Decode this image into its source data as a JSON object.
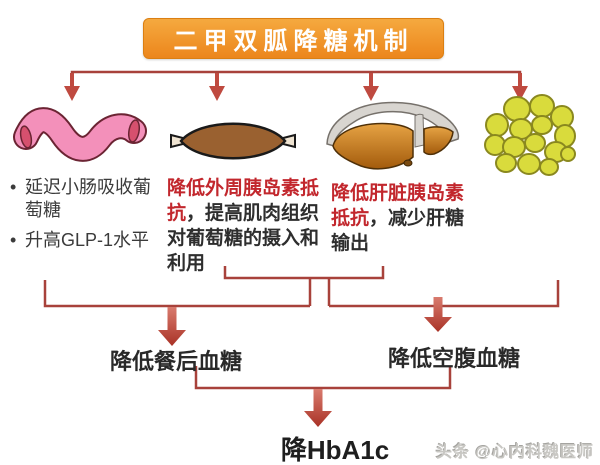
{
  "title": {
    "text": "二甲双胍降糖机制"
  },
  "columns": [
    {
      "organ_icon": "intestine-icon",
      "bullets": [
        "延迟小肠吸收葡萄糖",
        "升高GLP-1水平"
      ]
    },
    {
      "organ_icon": "muscle-icon",
      "highlight": "降低外周胰岛素抵抗",
      "rest": "，提高肌肉组织对葡萄糖的摄入和利用"
    },
    {
      "organ_icon": "liver-icon",
      "highlight": "降低肝脏胰岛素抵抗",
      "rest": "，减少肝糖输出"
    },
    {
      "organ_icon": "fat-cells-icon"
    }
  ],
  "outcomes": {
    "postprandial": "降低餐后血糖",
    "fasting": "降低空腹血糖",
    "final": "降HbA1c"
  },
  "watermark": "头条 @心内科魏医师",
  "colors": {
    "title-orange": "#F5A93F",
    "title-orange-dark": "#EC861C",
    "connector-red": "#A8423B",
    "arrow-red": "#BF4A40",
    "text-red": "#C2272D",
    "text-dark": "#2E2E2E",
    "watermark-gray": "#C8C7C3",
    "intestine-pink": "#F390BA",
    "muscle-brown": "#9A6130",
    "liver-brown": "#C07722",
    "fat-yellow": "#D9DB3C"
  }
}
